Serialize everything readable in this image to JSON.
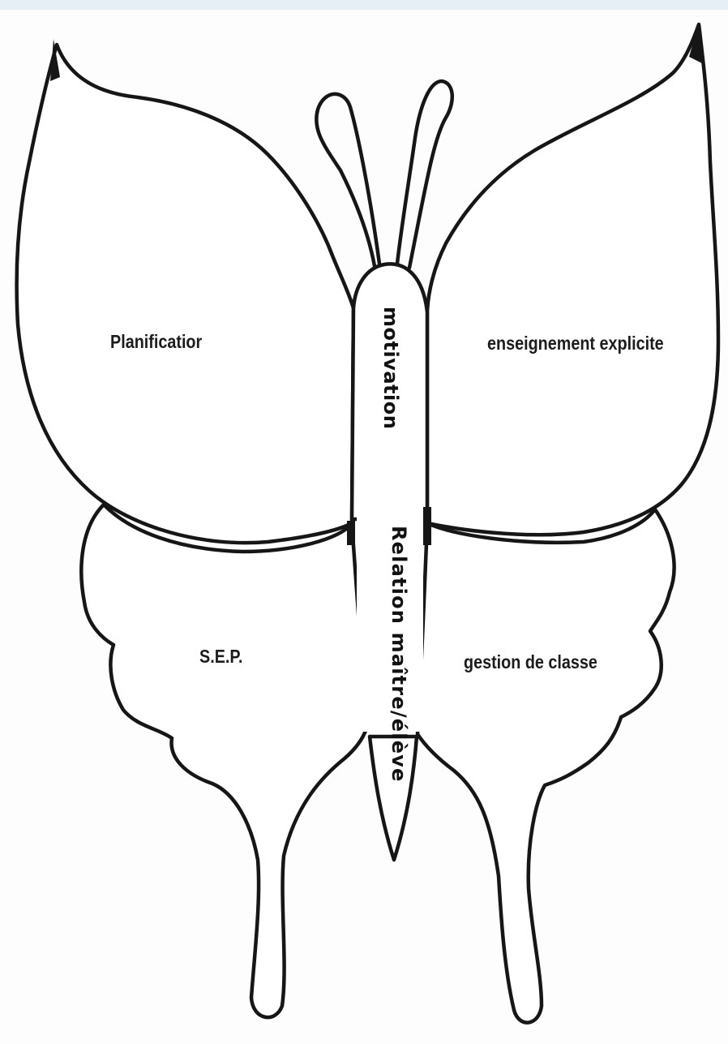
{
  "diagram": {
    "wings": {
      "upper_left": "Planificatior",
      "upper_right": "enseignement explicite",
      "lower_left": "S.E.P.",
      "lower_right": "gestion de classe"
    },
    "body": {
      "upper": "motivation",
      "lower": "Relation maître/élève"
    }
  }
}
